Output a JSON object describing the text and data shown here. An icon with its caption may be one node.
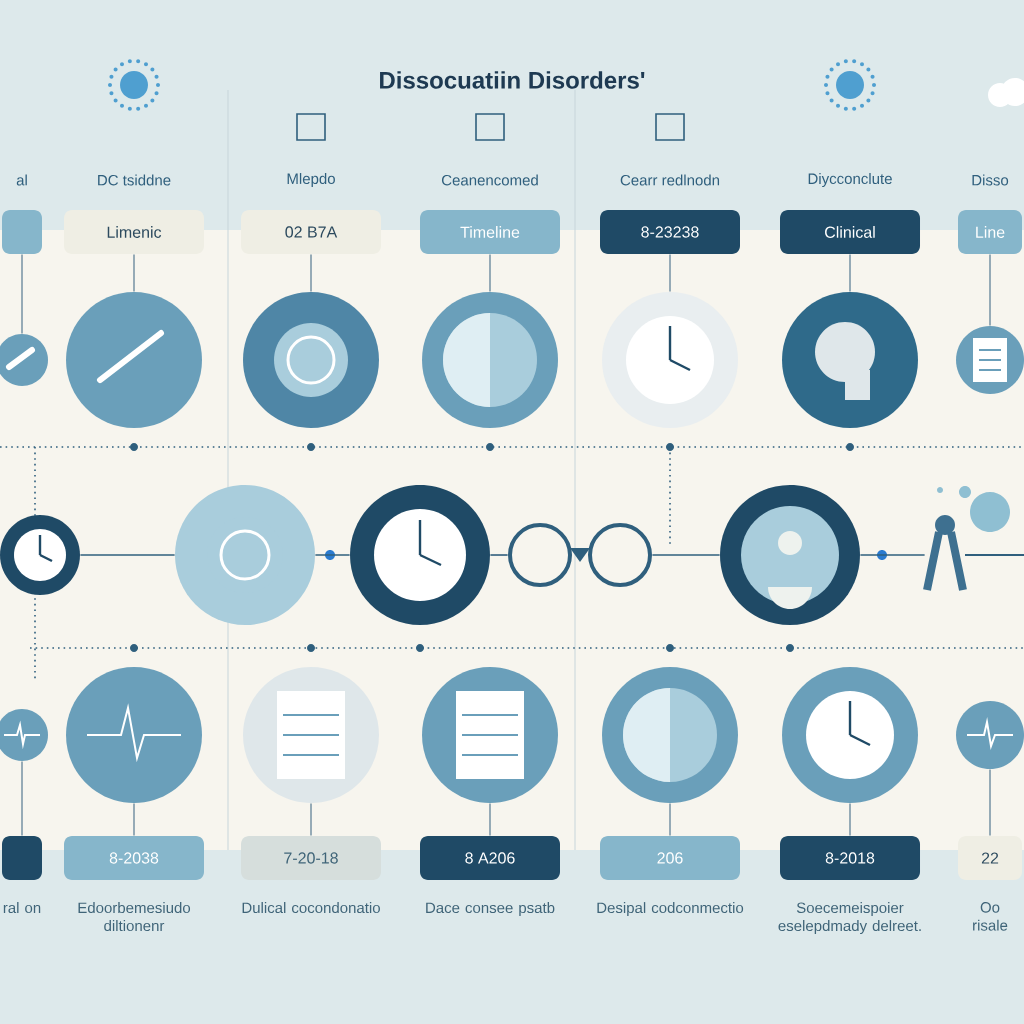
{
  "diagram": {
    "title": "Dissocuatiin Disorders'",
    "nodes": [
      {
        "text": [
          "al"
        ]
      },
      {
        "text": [
          "DC tsiddne",
          "Limenic"
        ]
      },
      {
        "text": [
          "Mlepdo",
          "02 B7A"
        ]
      },
      {
        "text": [
          "Ceanencomed",
          "Timeline"
        ]
      },
      {
        "text": [
          "Cearr redlnodn",
          "8-23238"
        ]
      },
      {
        "text": [
          "Diycconclute",
          "Clinical"
        ]
      },
      {
        "text": [
          "Disso",
          "Line"
        ]
      },
      {
        "text": [],
        "shape": "circle"
      },
      {
        "text": [],
        "shape": "circle"
      },
      {
        "text": [],
        "shape": "circle"
      },
      {
        "text": [],
        "shape": "circle"
      },
      {
        "text": [],
        "shape": "circle"
      },
      {
        "text": [],
        "shape": "circle"
      },
      {
        "text": [],
        "shape": "circle"
      },
      {
        "text": [],
        "shape": "circle"
      },
      {
        "text": [],
        "shape": "circle"
      },
      {
        "text": [],
        "shape": "circle"
      },
      {
        "text": [],
        "shape": "picture"
      },
      {
        "text": [],
        "shape": "circle"
      },
      {
        "text": [],
        "shape": "picture"
      },
      {
        "text": [],
        "shape": "circle"
      },
      {
        "text": [],
        "shape": "circle"
      },
      {
        "text": [],
        "shape": "circle"
      },
      {
        "text": [],
        "shape": "circle"
      },
      {
        "text": [],
        "shape": "circle"
      },
      {
        "text": [],
        "shape": "circle"
      },
      {
        "text": [],
        "shape": "circle"
      },
      {
        "text": [
          "ral on"
        ]
      },
      {
        "text": [
          "8-2038",
          "Edoorbemesiudo diltionenr"
        ]
      },
      {
        "text": [
          "7-20-18",
          "Dulical cocondonatio"
        ]
      },
      {
        "text": [
          "8 A206",
          "Dace consee psatb"
        ]
      },
      {
        "text": [
          "206",
          "Desipal codconmectio"
        ]
      },
      {
        "text": [
          "8-2018",
          "Soecemeispoier eselepdmady delreet."
        ]
      },
      {
        "text": [
          "22",
          "Oo risale"
        ]
      }
    ],
    "edges": [
      {
        "from": 0,
        "to": 7,
        "arrow": "none"
      },
      {
        "from": 1,
        "to": 8,
        "arrow": "none"
      },
      {
        "from": 2,
        "to": 9,
        "arrow": "none"
      },
      {
        "from": 3,
        "to": 10,
        "arrow": "none"
      },
      {
        "from": 4,
        "to": 11,
        "arrow": "none"
      },
      {
        "from": 5,
        "to": 12,
        "arrow": "none"
      },
      {
        "from": 6,
        "to": 13,
        "arrow": "none"
      },
      {
        "from": 14,
        "to": 15,
        "arrow": "none",
        "color": "#2f5f7d"
      },
      {
        "from": 15,
        "to": 16,
        "arrow": "none",
        "color": "#2f5f7d"
      },
      {
        "from": 16,
        "to": 17,
        "arrow": "none",
        "color": "#2f5f7d"
      },
      {
        "from": 17,
        "to": 18,
        "arrow": "none",
        "color": "#2f5f7d"
      },
      {
        "from": 18,
        "to": 19,
        "arrow": "none",
        "color": "#2f5f7d"
      },
      {
        "from": 20,
        "to": 27,
        "arrow": "none"
      },
      {
        "from": 21,
        "to": 28,
        "arrow": "none"
      },
      {
        "from": 22,
        "to": 29,
        "arrow": "none"
      },
      {
        "from": 23,
        "to": 30,
        "arrow": "none"
      },
      {
        "from": 24,
        "to": 31,
        "arrow": "none"
      },
      {
        "from": 25,
        "to": 32,
        "arrow": "none"
      },
      {
        "from": 26,
        "to": 33,
        "arrow": "none"
      }
    ]
  }
}
